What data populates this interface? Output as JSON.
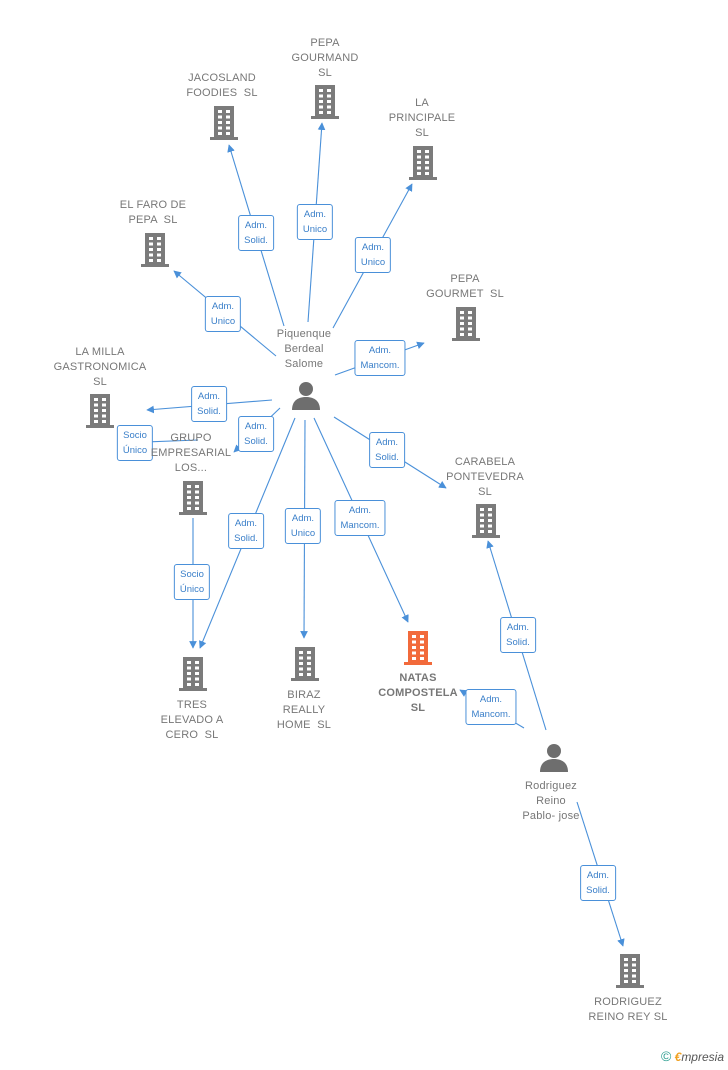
{
  "colors": {
    "edge": "#4a90d9",
    "company": "#7b7b7b",
    "highlight": "#f26a3b",
    "person": "#6e6e6e"
  },
  "nodes": [
    {
      "id": "piquenque",
      "type": "person",
      "label": "Piquenque\nBerdeal\nSalome"
    },
    {
      "id": "rodriguez_pablo",
      "type": "person",
      "label": "Rodriguez\nReino\nPablo- jose"
    },
    {
      "id": "pepa_gourmand",
      "type": "company",
      "label": "PEPA\nGOURMAND\nSL"
    },
    {
      "id": "jacosland",
      "type": "company",
      "label": "JACOSLAND\nFOODIES  SL"
    },
    {
      "id": "la_principale",
      "type": "company",
      "label": "LA\nPRINCIPALE\nSL"
    },
    {
      "id": "faro_pepa",
      "type": "company",
      "label": "EL FARO DE\nPEPA  SL"
    },
    {
      "id": "pepa_gourmet",
      "type": "company",
      "label": "PEPA\nGOURMET  SL"
    },
    {
      "id": "la_milla",
      "type": "company",
      "label": "LA MILLA\nGASTRONOMICA\nSL"
    },
    {
      "id": "grupo",
      "type": "company",
      "label": "GRUPO\nEMPRESARIAL\nLOS..."
    },
    {
      "id": "carabela",
      "type": "company",
      "label": "CARABELA\nPONTEVEDRA\nSL"
    },
    {
      "id": "tres_elevado",
      "type": "company",
      "label": "TRES\nELEVADO A\nCERO  SL"
    },
    {
      "id": "biraz",
      "type": "company",
      "label": "BIRAZ\nREALLY\nHOME  SL"
    },
    {
      "id": "natas",
      "type": "company",
      "label": "NATAS\nCOMPOSTELA\nSL",
      "highlight": true
    },
    {
      "id": "rodriguez_rey",
      "type": "company",
      "label": "RODRIGUEZ\nREINO REY SL"
    }
  ],
  "edges": [
    {
      "from": "piquenque",
      "to": "pepa_gourmand",
      "label": "Adm.\nUnico"
    },
    {
      "from": "piquenque",
      "to": "jacosland",
      "label": "Adm.\nSolid."
    },
    {
      "from": "piquenque",
      "to": "la_principale",
      "label": "Adm.\nUnico"
    },
    {
      "from": "piquenque",
      "to": "faro_pepa",
      "label": "Adm.\nUnico"
    },
    {
      "from": "piquenque",
      "to": "pepa_gourmet",
      "label": "Adm.\nMancom."
    },
    {
      "from": "piquenque",
      "to": "la_milla",
      "label": "Adm.\nSolid."
    },
    {
      "from": "piquenque",
      "to": "grupo",
      "label": "Adm.\nSolid."
    },
    {
      "from": "piquenque",
      "to": "carabela",
      "label": "Adm.\nSolid."
    },
    {
      "from": "piquenque",
      "to": "tres_elevado",
      "label": "Adm.\nSolid."
    },
    {
      "from": "piquenque",
      "to": "biraz",
      "label": "Adm.\nUnico"
    },
    {
      "from": "piquenque",
      "to": "natas",
      "label": "Adm.\nMancom."
    },
    {
      "from": "grupo",
      "to": "la_milla",
      "label": "Socio\nÚnico"
    },
    {
      "from": "grupo",
      "to": "tres_elevado",
      "label": "Socio\nÚnico"
    },
    {
      "from": "rodriguez_pablo",
      "to": "carabela",
      "label": "Adm.\nSolid."
    },
    {
      "from": "rodriguez_pablo",
      "to": "natas",
      "label": "Adm.\nMancom."
    },
    {
      "from": "rodriguez_pablo",
      "to": "rodriguez_rey",
      "label": "Adm.\nSolid."
    }
  ],
  "footer": {
    "copyright_symbol": "©",
    "brand_initial": "€",
    "brand_rest": "mpresia"
  }
}
